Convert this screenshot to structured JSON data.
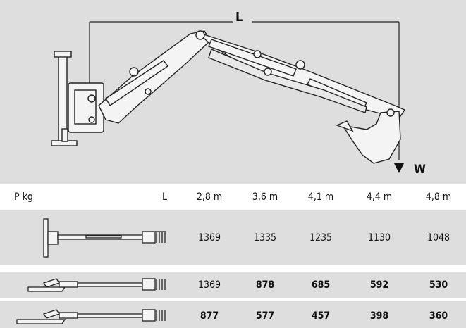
{
  "figure": {
    "dimension_label": "L",
    "load_label": "W"
  },
  "table": {
    "header": {
      "load": "P kg",
      "reach": "L",
      "columns": [
        "2,8 m",
        "3,6 m",
        "4,1 m",
        "4,4 m",
        "4,8 m"
      ]
    },
    "rows": [
      {
        "config": "stabilizers-vertical",
        "values": [
          "1369",
          "1335",
          "1235",
          "1130",
          "1048"
        ]
      },
      {
        "config": "stabilizers-partly-lowered",
        "values": [
          "1369",
          "878",
          "685",
          "592",
          "530"
        ]
      },
      {
        "config": "stabilizers-flat",
        "values": [
          "877",
          "577",
          "457",
          "398",
          "360"
        ]
      }
    ]
  }
}
